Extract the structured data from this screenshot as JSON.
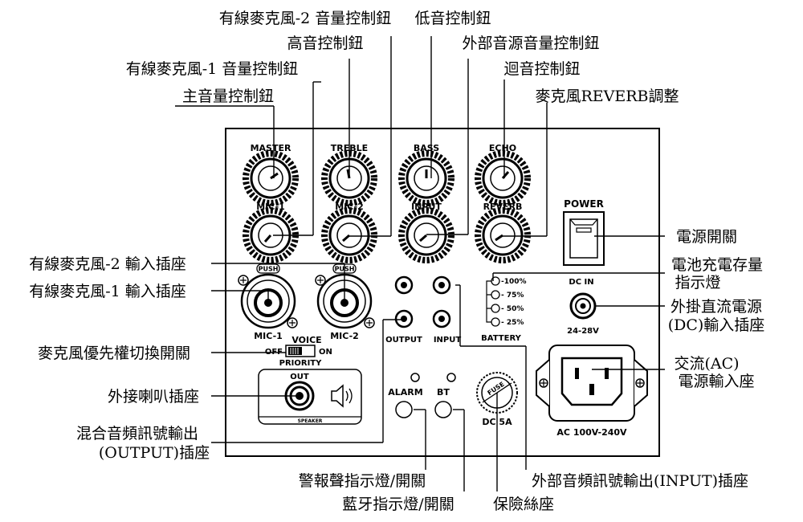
{
  "callouts": {
    "mic2_volume": "有線麥克風-2 音量控制鈕",
    "bass_control": "低音控制鈕",
    "treble_control": "高音控制鈕",
    "ext_input_volume": "外部音源音量控制鈕",
    "mic1_volume": "有線麥克風-1 音量控制鈕",
    "echo_control": "迴音控制鈕",
    "master_volume": "主音量控制鈕",
    "mic_reverb": "麥克風REVERB調整",
    "power_switch": "電源開關",
    "battery_indicator_1": "電池充電存量",
    "battery_indicator_2": "指示燈",
    "dc_input_1": "外掛直流電源",
    "dc_input_2": "(DC)輸入插座",
    "ac_input_1": "交流(AC)",
    "ac_input_2": "電源輸入座",
    "mic2_jack": "有線麥克風-2 輸入插座",
    "mic1_jack": "有線麥克風-1 輸入插座",
    "priority_switch": "麥克風優先權切換開關",
    "speaker_jack": "外接喇叭插座",
    "mix_output_1": "混合音頻訊號輸出",
    "mix_output_2": "(OUTPUT)插座",
    "alarm_indicator": "警報聲指示燈/開關",
    "ext_output_input": "外部音頻訊號輸出(INPUT)插座",
    "bt_indicator": "藍牙指示燈/開關",
    "fuse_holder": "保險絲座"
  },
  "panel": {
    "knob_labels": {
      "master": "MASTER",
      "treble": "TREBLE",
      "bass": "BASS",
      "echo": "ECHO",
      "mic1": "MIC-1",
      "mic2": "MIC-2",
      "input": "INPUT",
      "reverb": "REVERB"
    },
    "power": "POWER",
    "push": "PUSH",
    "mic1_jack": "MIC-1",
    "mic2_jack": "MIC-2",
    "voice": "VOICE",
    "off": "OFF",
    "on": "ON",
    "priority": "PRIORITY",
    "out": "OUT",
    "speaker": "SPEAKER",
    "output": "OUTPUT",
    "input": "INPUT",
    "battery": "BATTERY",
    "battery_levels": [
      "-100%",
      "- 75%",
      "- 50%",
      "- 25%"
    ],
    "dc_in": "DC IN",
    "dc_voltage": "24-28V",
    "alarm": "ALARM",
    "bt": "BT",
    "fuse": "FUSE",
    "fuse_rating": "DC 5A",
    "ac_rating": "AC 100V-240V"
  }
}
